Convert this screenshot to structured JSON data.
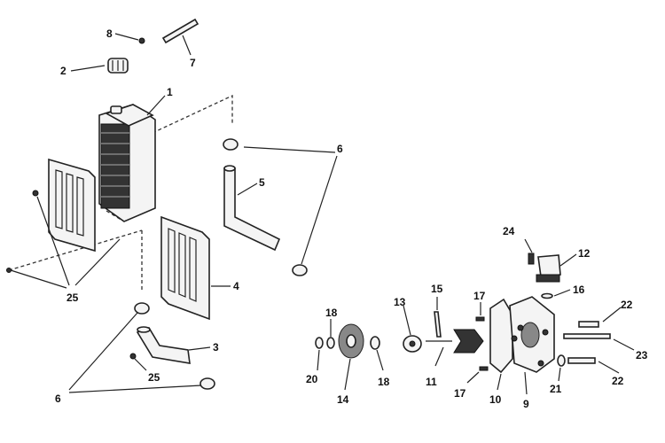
{
  "callouts": {
    "c1": "1",
    "c2": "2",
    "c3": "3",
    "c4": "4",
    "c5": "5",
    "c6a": "6",
    "c6b": "6",
    "c7": "7",
    "c8": "8",
    "c9": "9",
    "c10": "10",
    "c11": "11",
    "c12": "12",
    "c13": "13",
    "c14": "14",
    "c15": "15",
    "c16": "16",
    "c17a": "17",
    "c17b": "17",
    "c18a": "18",
    "c18b": "18",
    "c20": "20",
    "c21": "21",
    "c22a": "22",
    "c22b": "22",
    "c23": "23",
    "c24": "24",
    "c25a": "25",
    "c25b": "25"
  },
  "colors": {
    "line": "#222222",
    "background": "#ffffff"
  }
}
